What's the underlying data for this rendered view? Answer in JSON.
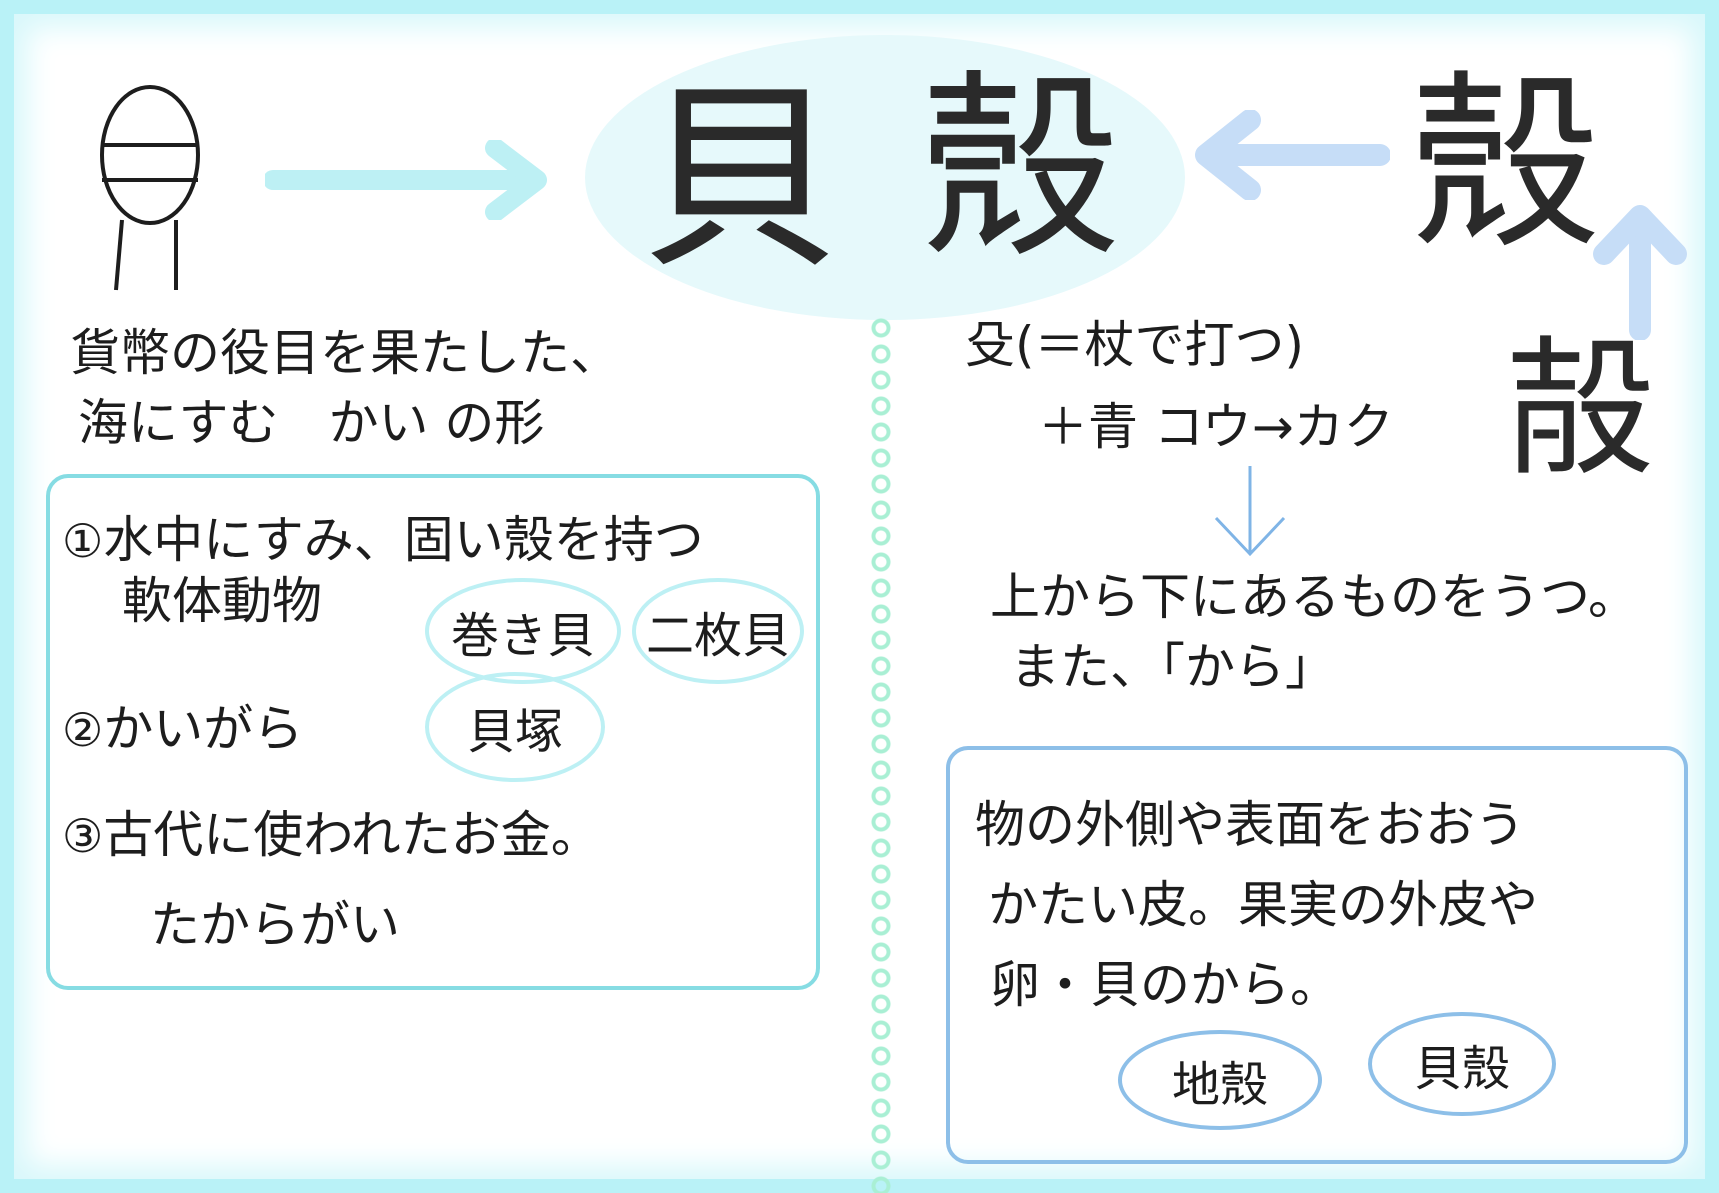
{
  "heading": {
    "kanji_kai": "貝",
    "kanji_kara": "殼",
    "kanji_full": "殼",
    "kanji_ancient": "㱿"
  },
  "left": {
    "origin_line1": "貨幣の役目を果たした、",
    "origin_line2": "海にすむ　かい の形",
    "meaning1_num": "①",
    "meaning1_line1": "水中にすみ、固い殼を持つ",
    "meaning1_line2": "軟体動物",
    "meaning2_num": "②",
    "meaning2_text": "かいがら",
    "meaning3_num": "③",
    "meaning3_line1": "古代に使われたお金。",
    "meaning3_line2": "たからがい",
    "examples": [
      "巻き貝",
      "二枚貝",
      "貝塚"
    ]
  },
  "right": {
    "component_line1": "殳(＝杖で打つ)",
    "component_line2": "＋青 コウ→カク",
    "explain_line1": "上から下にあるものをうつ。",
    "explain_line2": "また、「から」",
    "definition_line1": "物の外側や表面をおおう",
    "definition_line2": "かたい皮。果実の外皮や",
    "definition_line3": "卵・貝のから。",
    "examples": [
      "地殼",
      "貝殼"
    ]
  },
  "colors": {
    "frame": "#b9f2f7",
    "arrow_cyan": "#bdf0f4",
    "arrow_blue": "#c6ddf7",
    "box_left_border": "#86dce3",
    "box_right_border": "#8dbfe8",
    "divider": "#a9efd4"
  }
}
